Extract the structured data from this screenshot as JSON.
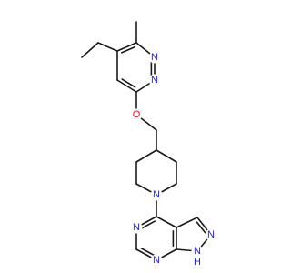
{
  "colors": {
    "bond": "#1a1a1a",
    "nitrogen": "#2222ee",
    "oxygen": "#ee1111",
    "background": "#ffffff"
  },
  "atoms": [
    {
      "id": "ethyl_ch3",
      "element": "C"
    },
    {
      "id": "ethyl_ch2",
      "element": "C"
    },
    {
      "id": "pyd_c5",
      "element": "C"
    },
    {
      "id": "pyd_c6",
      "element": "C"
    },
    {
      "id": "methyl",
      "element": "C"
    },
    {
      "id": "pyd_n1",
      "element": "N",
      "label": "N"
    },
    {
      "id": "pyd_n2",
      "element": "N",
      "label": "N"
    },
    {
      "id": "pyd_c3",
      "element": "C"
    },
    {
      "id": "pyd_c4",
      "element": "C"
    },
    {
      "id": "ether_o",
      "element": "O",
      "label": "O"
    },
    {
      "id": "ch2_link",
      "element": "C"
    },
    {
      "id": "pip_c4",
      "element": "C"
    },
    {
      "id": "pip_c3",
      "element": "C"
    },
    {
      "id": "pip_c2",
      "element": "C"
    },
    {
      "id": "pip_n1",
      "element": "N",
      "label": "N"
    },
    {
      "id": "pip_c6",
      "element": "C"
    },
    {
      "id": "pip_c5",
      "element": "C"
    },
    {
      "id": "pp_c4",
      "element": "C"
    },
    {
      "id": "pp_n5",
      "element": "N",
      "label": "N"
    },
    {
      "id": "pp_c6",
      "element": "C"
    },
    {
      "id": "pp_n7",
      "element": "N",
      "label": "N"
    },
    {
      "id": "pp_c7a",
      "element": "C"
    },
    {
      "id": "pp_c3a",
      "element": "C"
    },
    {
      "id": "pp_c3",
      "element": "C"
    },
    {
      "id": "pp_n2",
      "element": "N",
      "label": "N"
    },
    {
      "id": "pp_n1",
      "element": "N",
      "label": "N",
      "sublabel": "H"
    }
  ],
  "bonds": [
    {
      "a": "ethyl_ch3",
      "b": "ethyl_ch2",
      "order": 1
    },
    {
      "a": "ethyl_ch2",
      "b": "pyd_c5",
      "order": 1
    },
    {
      "a": "pyd_c5",
      "b": "pyd_c6",
      "order": 2
    },
    {
      "a": "pyd_c6",
      "b": "methyl",
      "order": 1
    },
    {
      "a": "pyd_c6",
      "b": "pyd_n1",
      "order": 1
    },
    {
      "a": "pyd_n1",
      "b": "pyd_n2",
      "order": 2
    },
    {
      "a": "pyd_n2",
      "b": "pyd_c3",
      "order": 1
    },
    {
      "a": "pyd_c3",
      "b": "pyd_c4",
      "order": 2
    },
    {
      "a": "pyd_c4",
      "b": "pyd_c5",
      "order": 1
    },
    {
      "a": "pyd_c3",
      "b": "ether_o",
      "order": 1
    },
    {
      "a": "ether_o",
      "b": "ch2_link",
      "order": 1
    },
    {
      "a": "ch2_link",
      "b": "pip_c4",
      "order": 1
    },
    {
      "a": "pip_c4",
      "b": "pip_c3",
      "order": 1
    },
    {
      "a": "pip_c3",
      "b": "pip_c2",
      "order": 1
    },
    {
      "a": "pip_c2",
      "b": "pip_n1",
      "order": 1
    },
    {
      "a": "pip_n1",
      "b": "pip_c6",
      "order": 1
    },
    {
      "a": "pip_c6",
      "b": "pip_c5",
      "order": 1
    },
    {
      "a": "pip_c5",
      "b": "pip_c4",
      "order": 1
    },
    {
      "a": "pip_n1",
      "b": "pp_c4",
      "order": 1
    },
    {
      "a": "pp_c4",
      "b": "pp_n5",
      "order": 2
    },
    {
      "a": "pp_n5",
      "b": "pp_c6",
      "order": 1
    },
    {
      "a": "pp_c6",
      "b": "pp_n7",
      "order": 2
    },
    {
      "a": "pp_n7",
      "b": "pp_c7a",
      "order": 1
    },
    {
      "a": "pp_c7a",
      "b": "pp_c3a",
      "order": 2
    },
    {
      "a": "pp_c3a",
      "b": "pp_c4",
      "order": 1
    },
    {
      "a": "pp_c3a",
      "b": "pp_c3",
      "order": 1
    },
    {
      "a": "pp_c3",
      "b": "pp_n2",
      "order": 2
    },
    {
      "a": "pp_n2",
      "b": "pp_n1",
      "order": 1
    },
    {
      "a": "pp_n1",
      "b": "pp_c7a",
      "order": 1
    }
  ]
}
